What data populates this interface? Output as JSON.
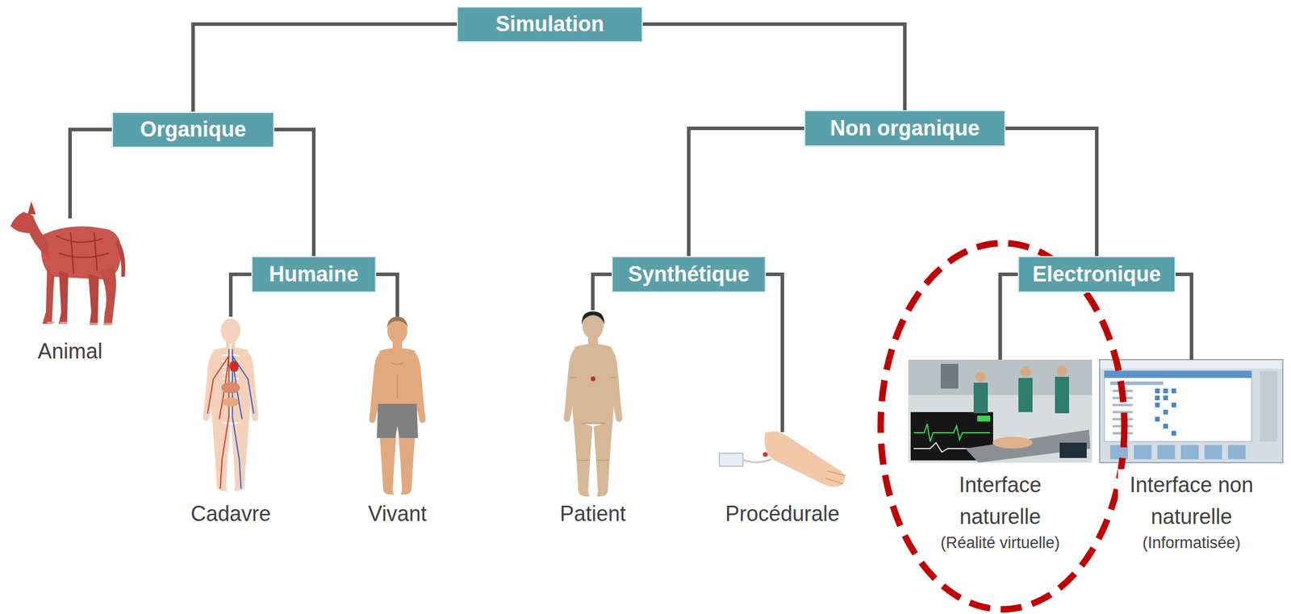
{
  "diagram": {
    "nodes": [
      {
        "text": [
          "Simulation"
        ]
      },
      {
        "text": [
          "Organique"
        ]
      },
      {
        "text": [
          "Non organique"
        ]
      },
      {
        "text": [
          "Animal"
        ]
      },
      {
        "text": [
          "Humaine"
        ]
      },
      {
        "text": [
          "Synthétique"
        ]
      },
      {
        "text": [
          "Electronique"
        ]
      },
      {
        "text": [
          "Cadavre"
        ]
      },
      {
        "text": [
          "Vivant"
        ]
      },
      {
        "text": [
          "Patient"
        ]
      },
      {
        "text": [
          "Procédurale"
        ]
      },
      {
        "text": [
          "Interface naturelle",
          "(Réalité virtuelle)"
        ]
      },
      {
        "text": [
          "Interface non naturelle",
          "(Informatisée)"
        ]
      }
    ],
    "edges": [
      {
        "from": 0,
        "to": 1,
        "arrow": "none"
      },
      {
        "from": 0,
        "to": 2,
        "arrow": "none"
      },
      {
        "from": 1,
        "to": 3,
        "arrow": "none"
      },
      {
        "from": 1,
        "to": 4,
        "arrow": "none"
      },
      {
        "from": 2,
        "to": 5,
        "arrow": "none"
      },
      {
        "from": 2,
        "to": 6,
        "arrow": "none"
      },
      {
        "from": 4,
        "to": 7,
        "arrow": "none"
      },
      {
        "from": 4,
        "to": 8,
        "arrow": "none"
      },
      {
        "from": 5,
        "to": 9,
        "arrow": "none"
      },
      {
        "from": 5,
        "to": 10,
        "arrow": "none"
      },
      {
        "from": 6,
        "to": 11,
        "arrow": "none"
      },
      {
        "from": 6,
        "to": 12,
        "arrow": "none"
      }
    ]
  }
}
